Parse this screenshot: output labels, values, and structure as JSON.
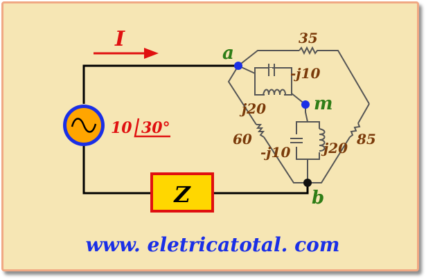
{
  "labels": {
    "current": "I",
    "source_value": "10",
    "source_angle": "30°",
    "impedance": "Z",
    "node_a": "a",
    "node_m": "m",
    "node_b": "b",
    "r_ab_top": "35",
    "c_am": "-j10",
    "l_am": "j20",
    "r_ab_left": "60",
    "c_mb": "-j10",
    "l_mb": "j20",
    "r_ab_right": "85"
  },
  "footer": {
    "url": "www. eletricatotal. com"
  },
  "colors": {
    "background": "#f6e6b4",
    "border": "#f0a883",
    "wire": "#000000",
    "thin_wire": "#555555",
    "component_label": "#7a3a0a",
    "node_label": "#2e7d16",
    "current_arrow": "#e01010",
    "impedance_box": "#ffd700",
    "source_fill": "#ffa500",
    "source_ring": "#1a2fe6",
    "node_dot": "#1a2fe6",
    "url": "#1a2fe6"
  }
}
